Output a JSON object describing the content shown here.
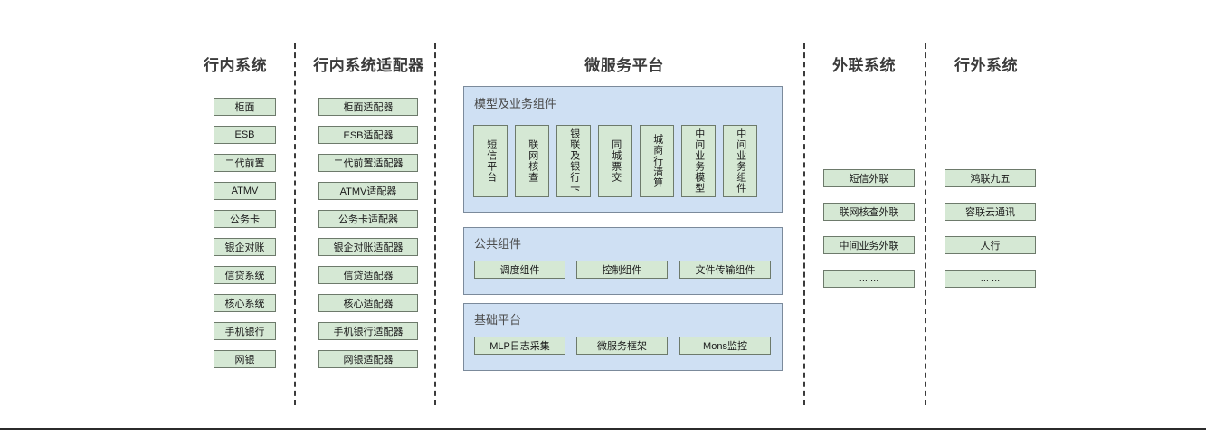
{
  "columns": [
    {
      "id": "inner-systems",
      "title": "行内系统",
      "items": [
        "柜面",
        "ESB",
        "二代前置",
        "ATMV",
        "公务卡",
        "银企对账",
        "信贷系统",
        "核心系统",
        "手机银行",
        "网银"
      ]
    },
    {
      "id": "inner-system-adapters",
      "title": "行内系统适配器",
      "items": [
        "柜面适配器",
        "ESB适配器",
        "二代前置适配器",
        "ATMV适配器",
        "公务卡适配器",
        "银企对账适配器",
        "信贷适配器",
        "核心适配器",
        "手机银行适配器",
        "网银适配器"
      ]
    },
    {
      "id": "microservice-platform",
      "title": "微服务平台"
    },
    {
      "id": "external-link-systems",
      "title": "外联系统",
      "items": [
        "短信外联",
        "联网核查外联",
        "中间业务外联",
        "... ..."
      ]
    },
    {
      "id": "outside-bank-systems",
      "title": "行外系统",
      "items": [
        "鸿联九五",
        "容联云通讯",
        "人行",
        "... ..."
      ]
    }
  ],
  "platform": {
    "groups": [
      {
        "id": "model-business-components",
        "title": "模型及业务组件",
        "orientation": "vertical",
        "items": [
          "短信平台",
          "联网核查",
          "银联及银行卡",
          "同城票交",
          "城商行清算",
          "中间业务模型",
          "中间业务组件"
        ]
      },
      {
        "id": "public-components",
        "title": "公共组件",
        "orientation": "horizontal",
        "items": [
          "调度组件",
          "控制组件",
          "文件传输组件"
        ]
      },
      {
        "id": "base-platform",
        "title": "基础平台",
        "orientation": "horizontal",
        "items": [
          "MLP日志采集",
          "微服务框架",
          "Mons监控"
        ]
      }
    ]
  },
  "colors": {
    "node_fill": "#d5e8d4",
    "node_border": "#6d7a6b",
    "panel_fill": "#cfe0f3",
    "panel_border": "#7b8a9b",
    "title_text": "#3b3b3b",
    "divider": "#3a3a3a"
  }
}
